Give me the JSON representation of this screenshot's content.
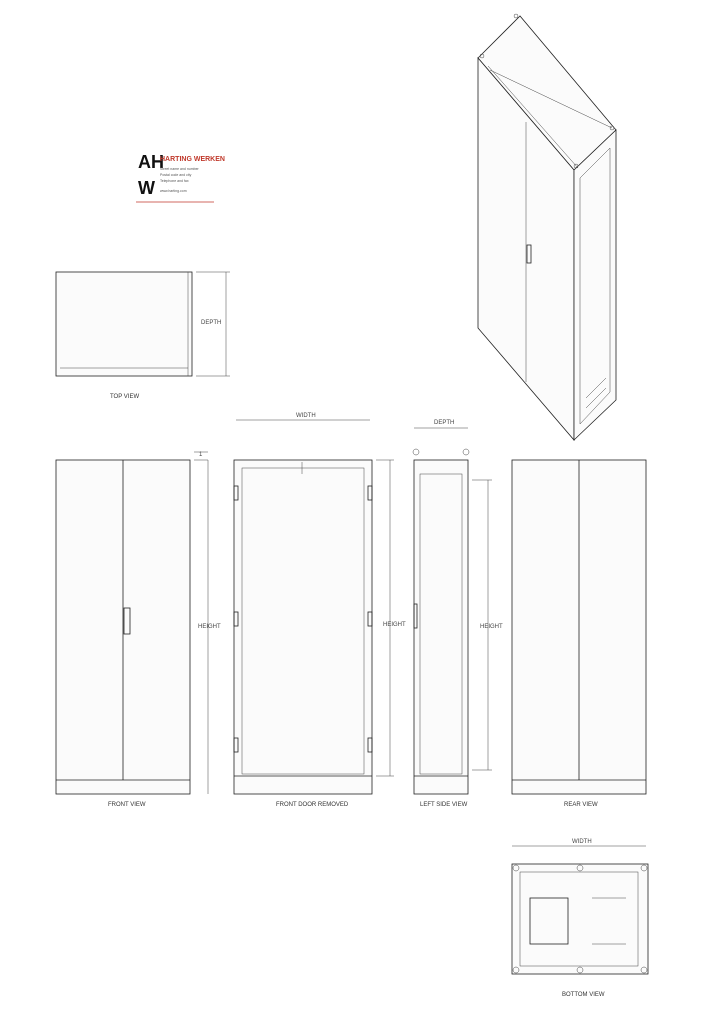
{
  "logo": {
    "mark": "AH",
    "company": "HARTING WERKEN",
    "address_lines": [
      "Street name and number",
      "Postal code and city",
      "Telephone and fax"
    ],
    "website": "www.harting.com"
  },
  "views": {
    "top": "TOP VIEW",
    "front": "FRONT VIEW",
    "front_door_removed": "FRONT DOOR REMOVED",
    "left_side": "LEFT SIDE VIEW",
    "rear": "REAR VIEW",
    "bottom": "BOTTOM VIEW"
  },
  "dimensions": {
    "depth": "DEPTH",
    "width": "WIDTH",
    "height": "HEIGHT",
    "top_depth": "DEPTH",
    "small_offset": "1",
    "inner_height": "HEIGHT",
    "inner_height_side": "HEIGHT",
    "bottom_width": "WIDTH"
  }
}
